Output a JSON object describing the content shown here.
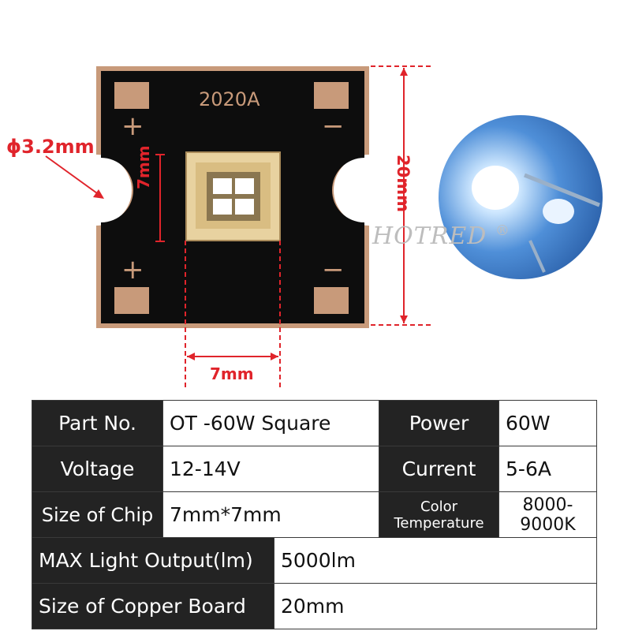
{
  "board": {
    "model_label": "2020A",
    "plus_symbol": "+",
    "minus_symbol": "−",
    "colors": {
      "board": "#0d0d0d",
      "copper": "#c89a7a",
      "chip_frame": "#e8d2a0",
      "led": "#ffffff"
    }
  },
  "dimensions": {
    "hole_diameter": "ϕ3.2mm",
    "chip_height": "7mm",
    "chip_width": "7mm",
    "board_height": "20mm",
    "line_color": "#e0242b"
  },
  "watermark": {
    "text": "HOTRED",
    "mark": "®"
  },
  "specs": {
    "part_no_label": "Part No.",
    "part_no_value": "OT -60W Square",
    "power_label": "Power",
    "power_value": "60W",
    "voltage_label": "Voltage",
    "voltage_value": "12-14V",
    "current_label": "Current",
    "current_value": "5-6A",
    "chip_size_label": "Size of Chip",
    "chip_size_value": "7mm*7mm",
    "color_temp_label_line1": "Color",
    "color_temp_label_line2": "Temperature",
    "color_temp_value": "8000-9000K",
    "max_output_label": "MAX Light Output(lm)",
    "max_output_value": "5000lm",
    "board_size_label": "Size of Copper Board",
    "board_size_value": "20mm"
  }
}
